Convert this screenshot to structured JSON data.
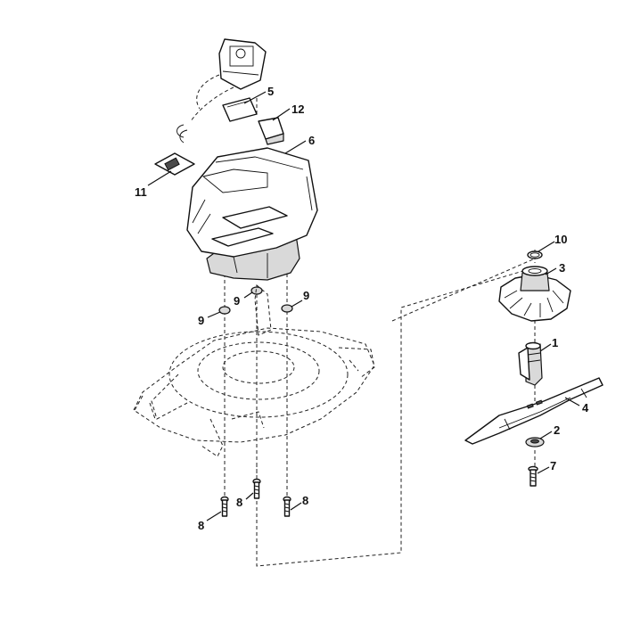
{
  "diagram": {
    "type": "exploded-parts-diagram",
    "colors": {
      "line": "#111111",
      "shade": "#d9d9d9",
      "background": "#ffffff"
    },
    "callouts": [
      {
        "id": "label-5",
        "number": "5"
      },
      {
        "id": "label-12",
        "number": "12"
      },
      {
        "id": "label-6",
        "number": "6"
      },
      {
        "id": "label-11",
        "number": "11"
      },
      {
        "id": "label-10",
        "number": "10"
      },
      {
        "id": "label-3",
        "number": "3"
      },
      {
        "id": "label-9a",
        "number": "9"
      },
      {
        "id": "label-9b",
        "number": "9"
      },
      {
        "id": "label-9c",
        "number": "9"
      },
      {
        "id": "label-1",
        "number": "1"
      },
      {
        "id": "label-4",
        "number": "4"
      },
      {
        "id": "label-2",
        "number": "2"
      },
      {
        "id": "label-7",
        "number": "7"
      },
      {
        "id": "label-8a",
        "number": "8"
      },
      {
        "id": "label-8b",
        "number": "8"
      },
      {
        "id": "label-8c",
        "number": "8"
      }
    ]
  }
}
